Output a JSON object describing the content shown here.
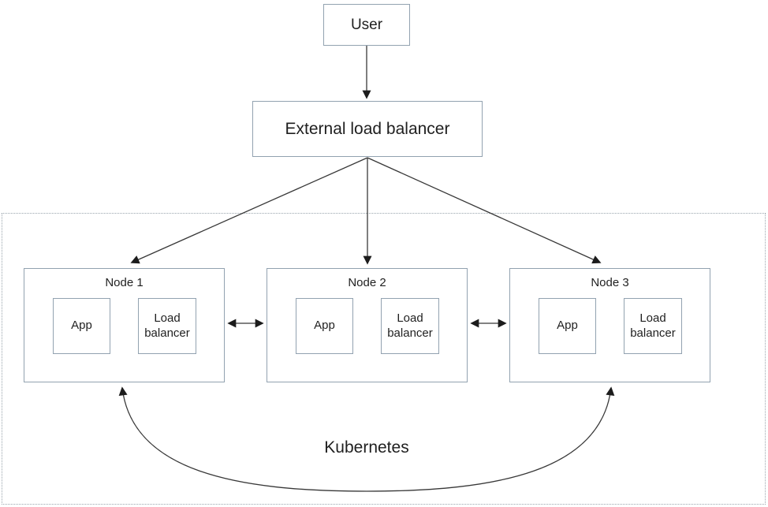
{
  "diagram": {
    "user_label": "User",
    "external_lb_label": "External load balancer",
    "cluster_label": "Kubernetes",
    "nodes": [
      {
        "label": "Node 1",
        "app": "App",
        "lb": "Load balancer"
      },
      {
        "label": "Node 2",
        "app": "App",
        "lb": "Load balancer"
      },
      {
        "label": "Node 3",
        "app": "App",
        "lb": "Load balancer"
      }
    ],
    "edges": [
      {
        "from": "User",
        "to": "External load balancer",
        "style": "arrow"
      },
      {
        "from": "External load balancer",
        "to": "Node 1",
        "style": "arrow"
      },
      {
        "from": "External load balancer",
        "to": "Node 2",
        "style": "arrow"
      },
      {
        "from": "External load balancer",
        "to": "Node 3",
        "style": "arrow"
      },
      {
        "from": "Node 1",
        "to": "Node 2",
        "style": "double-arrow"
      },
      {
        "from": "Node 2",
        "to": "Node 3",
        "style": "double-arrow"
      },
      {
        "from": "Node 1",
        "to": "Node 3",
        "style": "curved-double-arrow"
      }
    ],
    "colors": {
      "box_border": "#92a2b0",
      "cluster_border": "#9aa5ad",
      "arrow": "#333333",
      "text": "#1f1f1f",
      "background": "#ffffff"
    }
  }
}
